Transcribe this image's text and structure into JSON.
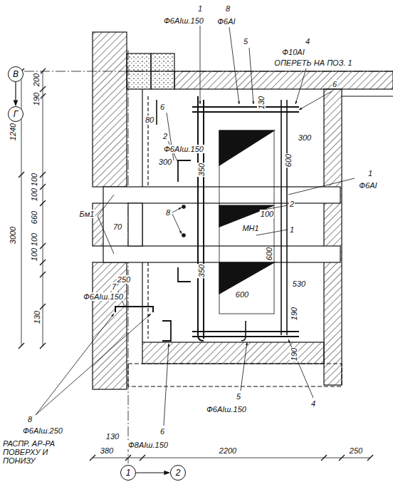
{
  "diagram": {
    "nodes": [
      {
        "text": [
          "В"
        ]
      },
      {
        "text": [
          "Г"
        ]
      },
      {
        "text": [
          "1"
        ]
      },
      {
        "text": [
          "2"
        ]
      }
    ],
    "edges": [
      {
        "from": 0,
        "to": 1,
        "arrow": "to"
      },
      {
        "from": 2,
        "to": 3,
        "arrow": "to"
      }
    ],
    "labels": [
      "1",
      "Ф6АIш.150",
      "8",
      "Ф6АI",
      "4",
      "Ф10АI",
      "ОПЕРЕТЬ НА ПОЗ. 1",
      "5",
      "200",
      "190",
      "130",
      "6",
      "6",
      "80",
      "2",
      "Ф6АIш.150",
      "300",
      "300",
      "350",
      "600",
      "1240",
      "1",
      "Ф6АI",
      "100",
      "100",
      "660",
      "100",
      "100",
      "3000",
      "8",
      "Бм1",
      "70",
      "2",
      "МН1",
      "100",
      "1",
      "350",
      "600",
      "600",
      "530",
      "250",
      "7",
      "Ф6АIш.150",
      "130",
      "190",
      "190",
      "4",
      "5",
      "Ф6АIш.150",
      "8",
      "Ф6АIш.250",
      "РАСПР. АР-РА ПОВЕРХУ И ПОНИЗУ",
      "130",
      "6",
      "Ф8АIш.150",
      "380",
      "2200",
      "250"
    ]
  }
}
